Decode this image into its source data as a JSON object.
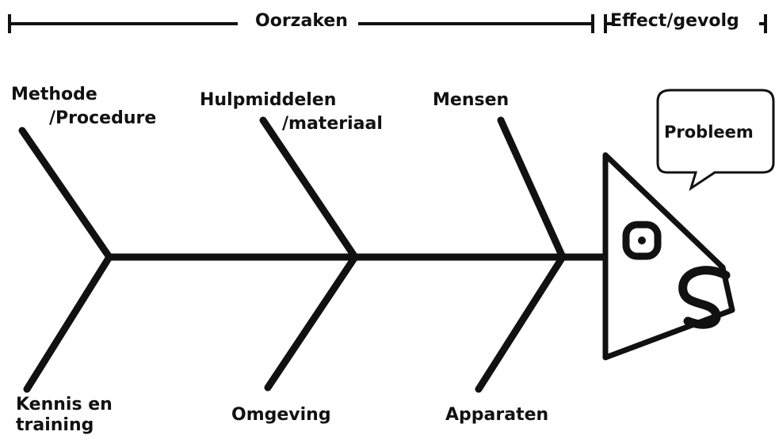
{
  "header": {
    "causes_label": "Oorzaken",
    "effect_label": "Effect/gevolg"
  },
  "causes": {
    "top": [
      {
        "line1": "Methode",
        "line2": "/Procedure"
      },
      {
        "line1": "Hulpmiddelen",
        "line2": "/materiaal"
      },
      {
        "line1": "Mensen"
      }
    ],
    "bottom": [
      {
        "line1": "Kennis en",
        "line2": "training"
      },
      {
        "line1": "Omgeving"
      },
      {
        "line1": "Apparaten"
      }
    ]
  },
  "effect": {
    "bubble_label": "Probleem"
  },
  "colors": {
    "line": "#111111",
    "background": "#ffffff"
  }
}
